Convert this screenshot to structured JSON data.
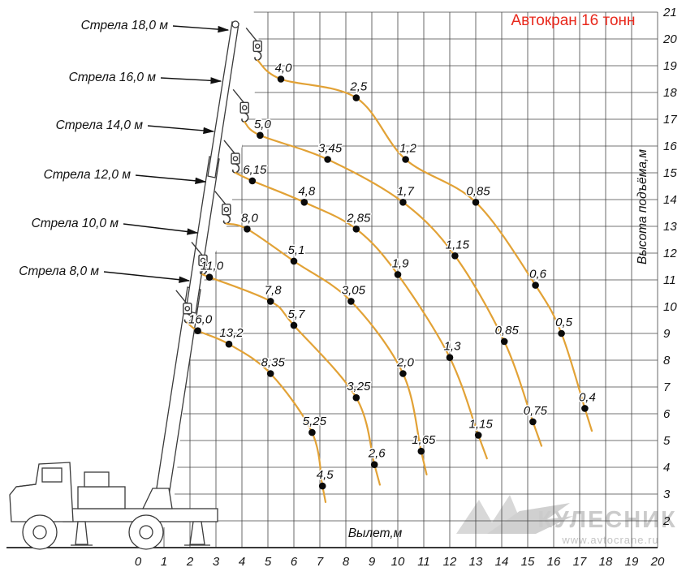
{
  "title": "Автокран 16 тонн",
  "title_color": "#e8281c",
  "watermark": {
    "brand": "КУЛЕСНИК",
    "site": "www.avtocrane.ru"
  },
  "chart_data": {
    "type": "line",
    "title": "Автокран 16 тонн",
    "xlabel": "Вылет,м",
    "ylabel": "Высота подъёма,м",
    "xlim": [
      0,
      20
    ],
    "ylim": [
      1,
      21
    ],
    "grid": true,
    "legend_position": "left-boom-labels",
    "curve_color": "#e2a236",
    "x_ticks": [
      0,
      1,
      2,
      3,
      4,
      5,
      6,
      7,
      8,
      9,
      10,
      11,
      12,
      13,
      14,
      15,
      16,
      17,
      18,
      19,
      20
    ],
    "y_ticks": [
      2,
      3,
      4,
      5,
      6,
      7,
      8,
      9,
      10,
      11,
      12,
      13,
      14,
      15,
      16,
      17,
      18,
      19,
      20,
      21
    ],
    "load_unit": "т",
    "series": [
      {
        "name": "Стрела 18,0 м",
        "start": {
          "x": 4.6,
          "y": 19.2
        },
        "points": [
          {
            "x": 5.5,
            "y": 18.5,
            "load": "4,0"
          },
          {
            "x": 8.4,
            "y": 17.8,
            "load": "2,5"
          },
          {
            "x": 10.3,
            "y": 15.5,
            "load": "1,2"
          },
          {
            "x": 13.0,
            "y": 13.9,
            "load": "0,85"
          },
          {
            "x": 15.3,
            "y": 10.8,
            "load": "0,6"
          },
          {
            "x": 16.3,
            "y": 9.0,
            "load": "0,5"
          },
          {
            "x": 17.2,
            "y": 6.2,
            "load": "0,4"
          }
        ]
      },
      {
        "name": "Стрела 16,0 м",
        "start": {
          "x": 4.1,
          "y": 16.9
        },
        "points": [
          {
            "x": 4.7,
            "y": 16.4,
            "load": "5,0"
          },
          {
            "x": 7.3,
            "y": 15.5,
            "load": "3,45"
          },
          {
            "x": 10.2,
            "y": 13.9,
            "load": "1,7"
          },
          {
            "x": 12.2,
            "y": 11.9,
            "load": "1,15"
          },
          {
            "x": 14.1,
            "y": 8.7,
            "load": "0,85"
          },
          {
            "x": 15.2,
            "y": 5.7,
            "load": "0,75"
          }
        ]
      },
      {
        "name": "Стрела 14,0 м",
        "start": {
          "x": 3.75,
          "y": 15.0
        },
        "points": [
          {
            "x": 4.4,
            "y": 14.7,
            "load": "6,15"
          },
          {
            "x": 6.4,
            "y": 13.9,
            "load": "4,8"
          },
          {
            "x": 8.4,
            "y": 12.9,
            "load": "2,85"
          },
          {
            "x": 10.0,
            "y": 11.2,
            "load": "1,9"
          },
          {
            "x": 12.0,
            "y": 8.1,
            "load": "1,3"
          },
          {
            "x": 13.1,
            "y": 5.2,
            "load": "1,15"
          }
        ]
      },
      {
        "name": "Стрела 12,0 м",
        "start": {
          "x": 3.4,
          "y": 13.1
        },
        "points": [
          {
            "x": 4.2,
            "y": 12.9,
            "load": "8,0"
          },
          {
            "x": 6.0,
            "y": 11.7,
            "load": "5,1"
          },
          {
            "x": 8.2,
            "y": 10.2,
            "load": "3,05"
          },
          {
            "x": 10.2,
            "y": 7.5,
            "load": "2,0"
          },
          {
            "x": 10.9,
            "y": 4.6,
            "load": "1,65"
          }
        ]
      },
      {
        "name": "Стрела 10,0 м",
        "start": {
          "x": 2.5,
          "y": 11.2
        },
        "points": [
          {
            "x": 2.75,
            "y": 11.1,
            "load": "11,0"
          },
          {
            "x": 5.1,
            "y": 10.2,
            "load": "7,8"
          },
          {
            "x": 6.0,
            "y": 9.3,
            "load": "5,7"
          },
          {
            "x": 8.4,
            "y": 6.6,
            "load": "3,25"
          },
          {
            "x": 9.1,
            "y": 4.1,
            "load": "2,6"
          }
        ]
      },
      {
        "name": "Стрела 8,0 м",
        "start": {
          "x": 1.9,
          "y": 9.4
        },
        "points": [
          {
            "x": 2.3,
            "y": 9.1,
            "load": "16,0"
          },
          {
            "x": 3.5,
            "y": 8.6,
            "load": "13,2"
          },
          {
            "x": 5.1,
            "y": 7.5,
            "load": "8,35"
          },
          {
            "x": 6.7,
            "y": 5.3,
            "load": "5,25"
          },
          {
            "x": 7.1,
            "y": 3.3,
            "load": "4,5"
          }
        ]
      }
    ]
  }
}
